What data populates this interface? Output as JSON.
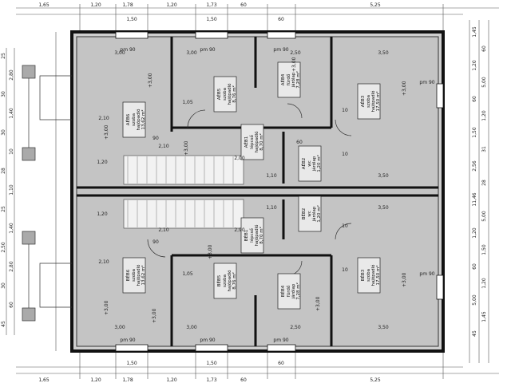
{
  "top_dims": [
    "1,65",
    "1,20",
    "1,78",
    "1,20",
    "1,73",
    "60",
    "5,25"
  ],
  "top_dims2": [
    "1,50",
    "1,50",
    "60"
  ],
  "bottom_dims": [
    "1,65",
    "1,20",
    "1,78",
    "1,20",
    "1,73",
    "60",
    "5,25"
  ],
  "bottom_dims2": [
    "1,50",
    "1,50",
    "60"
  ],
  "right_dims": [
    "1,45",
    "60",
    "1,20",
    "5,00",
    "60",
    "1,20",
    "1,50",
    "31",
    "2,56",
    "28",
    "11,46",
    "5,00",
    "1,20",
    "1,50",
    "60",
    "1,20",
    "5,00",
    "1,45",
    "45"
  ],
  "left_dims": [
    "25",
    "2,80",
    "30",
    "1,40",
    "30",
    "10",
    "28",
    "1,10",
    "25",
    "1,40",
    "2,50",
    "2,80",
    "30",
    "60",
    "45"
  ],
  "pm_labels": [
    "pm 90",
    "pm 90",
    "pm 90",
    "pm 90",
    "pm 90",
    "pm 90",
    "pm 90",
    "pm 90"
  ],
  "dims_inner": [
    "3,00",
    "3,00",
    "2,50",
    "3,50",
    "3,00",
    "3,00",
    "2,50",
    "3,50",
    "1,05",
    "1,05",
    "2,10",
    "2,10",
    "2,10",
    "2,10",
    "1,20",
    "1,20",
    "3,50",
    "3,50",
    "2,00",
    "2,90",
    "1,10",
    "1,10",
    "90",
    "90",
    "60",
    "10",
    "10",
    "10",
    "10"
  ],
  "level_marks": [
    "+3,00",
    "+3,00",
    "+3,00",
    "+3,00",
    "+3,00",
    "+3,00",
    "+3,00",
    "+3,00",
    "+3,00",
    "+3,00"
  ],
  "rooms": [
    {
      "id": "AÉB5",
      "name": "szoba",
      "floor": "hajópadló",
      "area": "8,76 m²"
    },
    {
      "id": "AÉB4",
      "name": "fürdő",
      "floor": "járólap",
      "area": "7,28 m²"
    },
    {
      "id": "AÉB3",
      "name": "szoba",
      "floor": "hajópadló",
      "area": "17,50 m²"
    },
    {
      "id": "AÉB6",
      "name": "szoba",
      "floor": "hajópadló",
      "area": "13,62 m²"
    },
    {
      "id": "AÉB1",
      "name": "lépcső",
      "floor": "hajópadló",
      "area": "8,70 m²"
    },
    {
      "id": "AÉB2",
      "name": "wc",
      "floor": "járólap",
      "area": "1,20 m²"
    },
    {
      "id": "BÉB2",
      "name": "wc",
      "floor": "járólap",
      "area": "1,20 m²"
    },
    {
      "id": "BÉB1",
      "name": "lépcső",
      "floor": "hajópadló",
      "area": "8,70 m²"
    },
    {
      "id": "BÉB6",
      "name": "szoba",
      "floor": "hajópadló",
      "area": "13,62 m²"
    },
    {
      "id": "BÉB5",
      "name": "szoba",
      "floor": "hajópadló",
      "area": "8,76 m²"
    },
    {
      "id": "BÉB4",
      "name": "fürdő",
      "floor": "járólap",
      "area": "7,28 m²"
    },
    {
      "id": "BÉB3",
      "name": "szoba",
      "floor": "hajópadló",
      "area": "17,50 m²"
    }
  ],
  "colors": {
    "floor": "#c9c9c9",
    "wall": "#1a1a1a",
    "line": "#444444",
    "dim": "#555555",
    "door": "#2a6a2a"
  }
}
